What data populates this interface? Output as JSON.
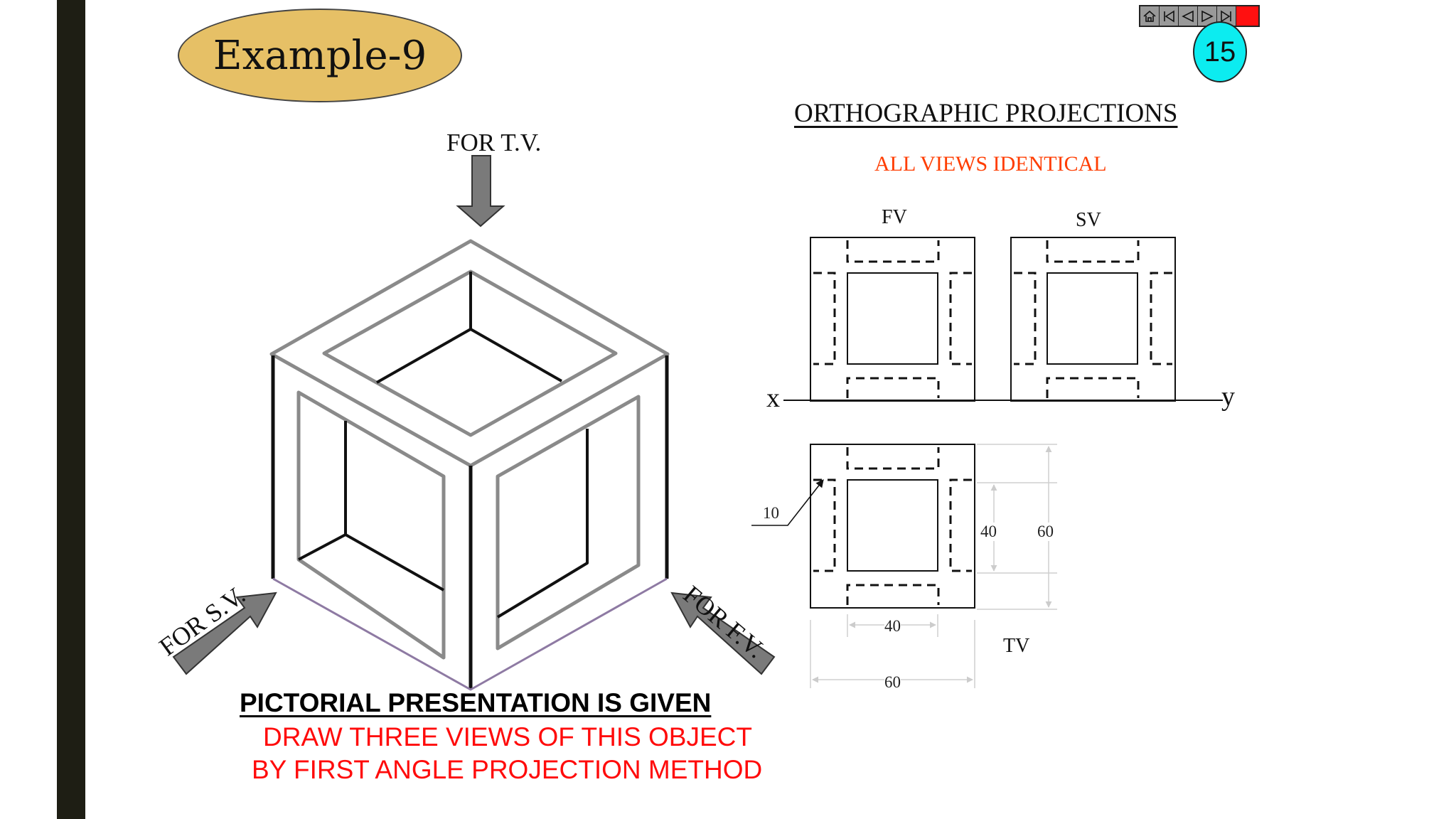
{
  "slide": {
    "title": "Example-9",
    "page_number": "15",
    "nav_icons": [
      "home-icon",
      "first-slide-icon",
      "previous-slide-icon",
      "next-slide-icon",
      "last-slide-icon",
      "end-show-icon"
    ]
  },
  "pictorial": {
    "for_tv": "FOR T.V.",
    "for_sv": "FOR S.V.",
    "for_fv": "FOR F.V.",
    "caption_heading": "PICTORIAL PRESENTATION IS GIVEN",
    "caption_line1": "DRAW THREE VIEWS OF THIS OBJECT",
    "caption_line2": "BY FIRST ANGLE PROJECTION METHOD"
  },
  "orthographic": {
    "heading": "ORTHOGRAPHIC PROJECTIONS",
    "note": "ALL VIEWS IDENTICAL",
    "fv_label": "FV",
    "sv_label": "SV",
    "tv_label": "TV",
    "x_label": "x",
    "y_label": "y",
    "dimensions": {
      "hole_leader": "10",
      "inner_height": "40",
      "outer_height": "60",
      "inner_width": "40",
      "outer_width": "60"
    }
  },
  "colors": {
    "title_oval": "#e6c066",
    "page_bubble": "#0cecf0",
    "note_orange": "#ff3d00",
    "caption_red": "#ff0b0b",
    "arrow_gray": "#7a7a7a"
  }
}
